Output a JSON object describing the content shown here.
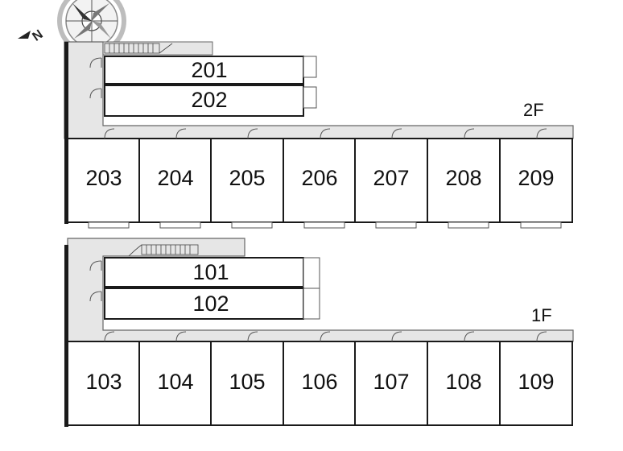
{
  "compass": {
    "north_label": "N",
    "icon": "compass-icon"
  },
  "floors": [
    {
      "label": "2F",
      "side_rooms": [
        "201",
        "202"
      ],
      "main_rooms": [
        "203",
        "204",
        "205",
        "206",
        "207",
        "208",
        "209"
      ]
    },
    {
      "label": "1F",
      "side_rooms": [
        "101",
        "102"
      ],
      "main_rooms": [
        "103",
        "104",
        "105",
        "106",
        "107",
        "108",
        "109"
      ]
    }
  ],
  "colors": {
    "corridor": "#e6e6e6",
    "wall": "#1a1a1a",
    "room": "#ffffff",
    "line": "#444444"
  }
}
